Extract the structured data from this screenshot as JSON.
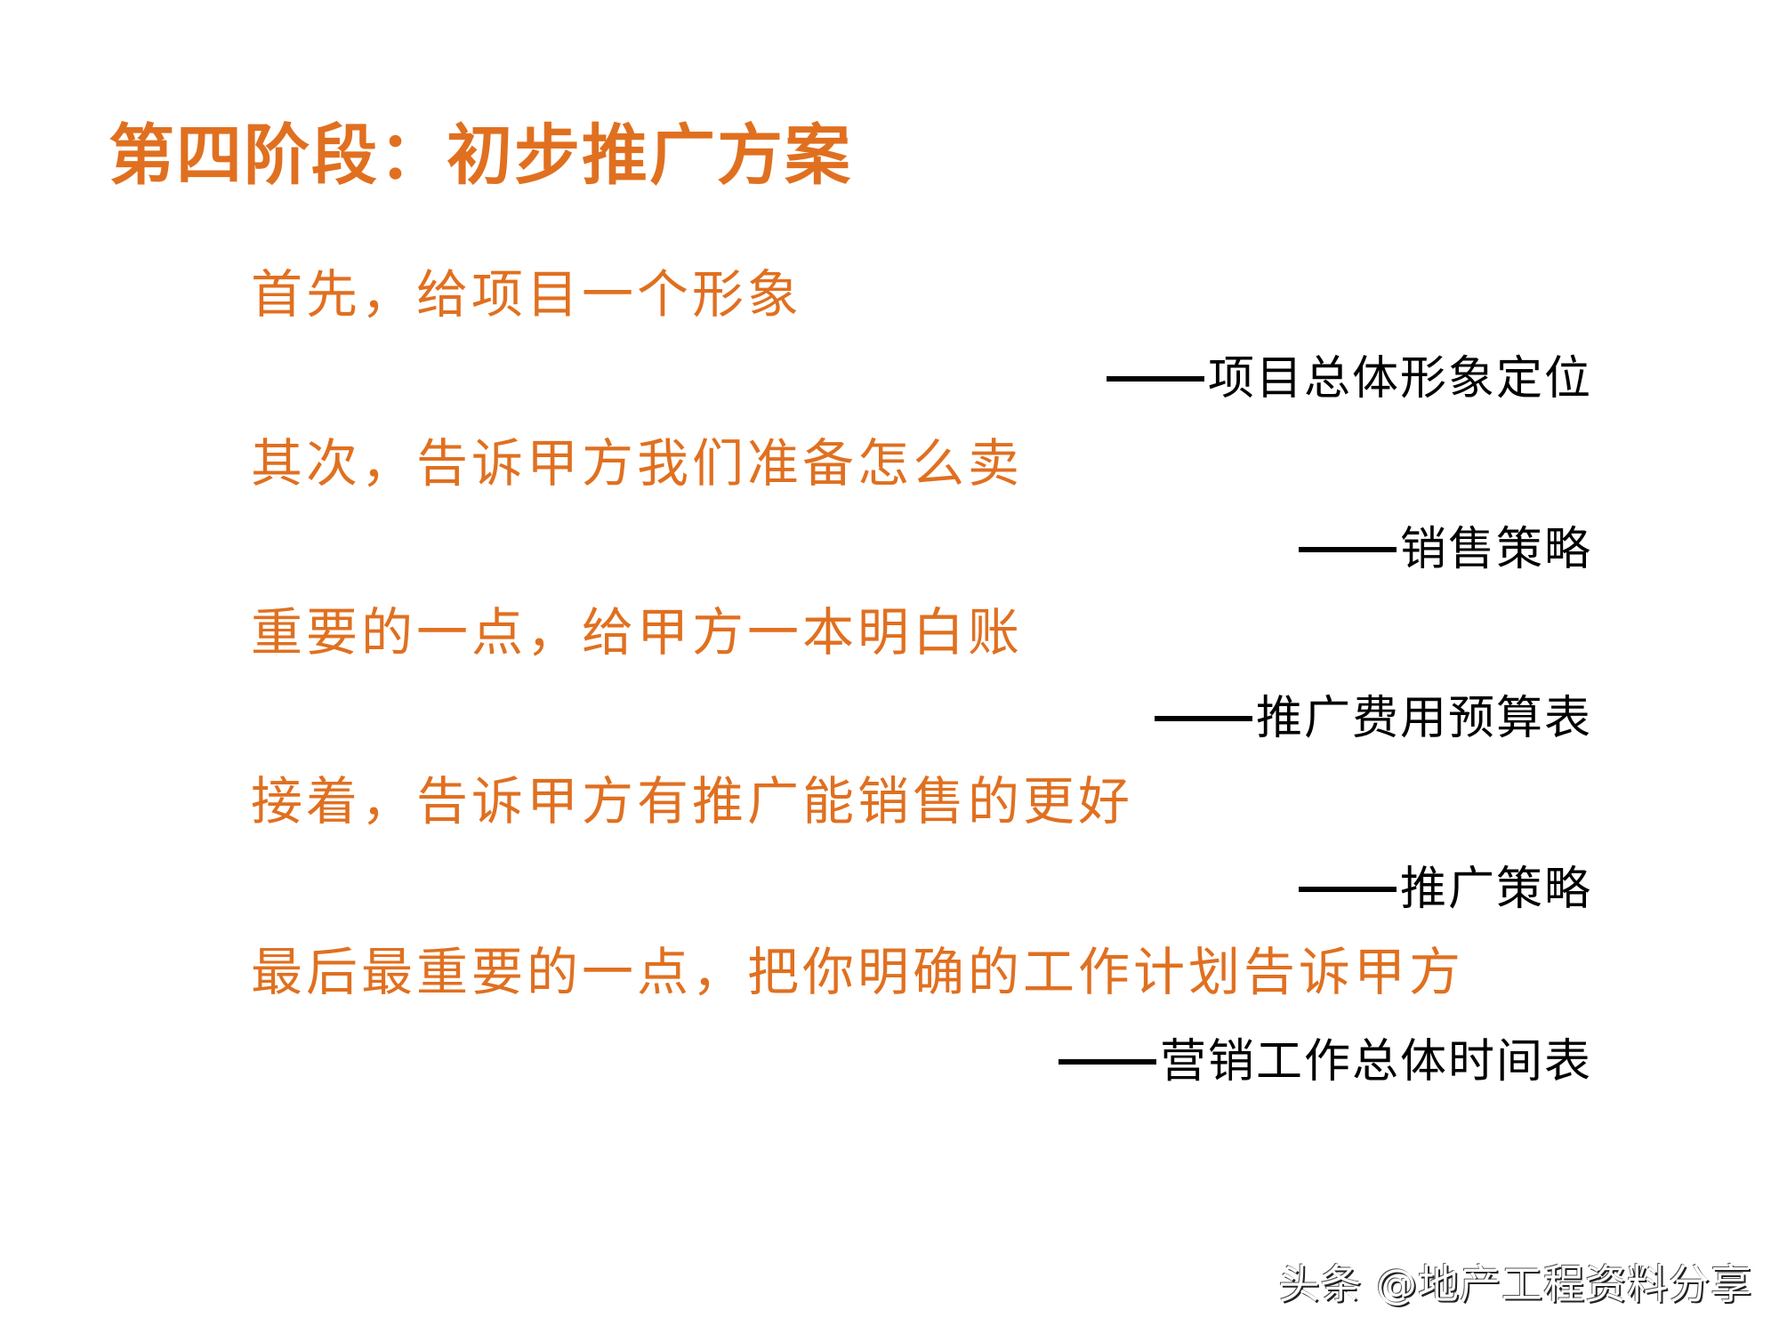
{
  "slide": {
    "title": "第四阶段：初步推广方案",
    "accent_color": "#E07020",
    "items": [
      {
        "text": "首先，给项目一个形象",
        "sub": "项目总体形象定位"
      },
      {
        "text": "其次，告诉甲方我们准备怎么卖",
        "sub": "销售策略"
      },
      {
        "text": "重要的一点，给甲方一本明白账",
        "sub": "推广费用预算表"
      },
      {
        "text": "接着，告诉甲方有推广能销售的更好",
        "sub": "推广策略"
      },
      {
        "text": "最后最重要的一点，把你明确的工作计划告诉甲方",
        "sub": "营销工作总体时间表"
      }
    ]
  },
  "watermark": "头条 @地产工程资料分享"
}
